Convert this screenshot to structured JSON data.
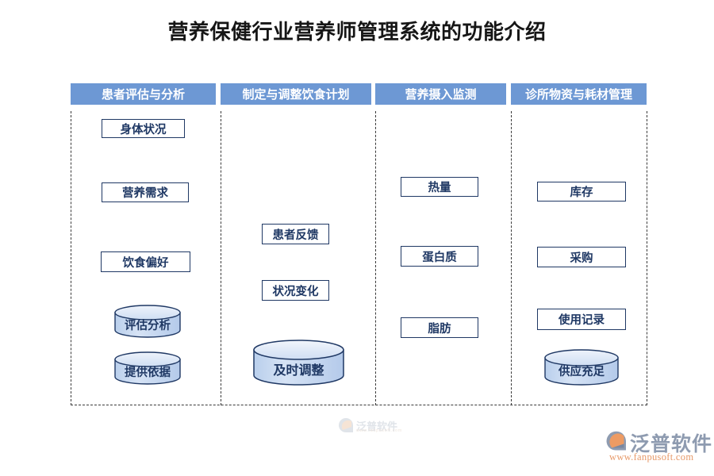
{
  "page": {
    "title": "营养保健行业营养师管理系统的功能介绍",
    "background_color": "#ffffff"
  },
  "theme": {
    "header_bar_color": "#6d98d4",
    "header_text_color": "#ffffff",
    "node_border_color": "#1f3864",
    "node_text_color": "#1f3864",
    "node_fill_color": "#ffffff",
    "cylinder_fill_color": "#c6d9f1",
    "cylinder_top_color": "#dce6f4",
    "divider_color": "#3a3a3a",
    "title_color": "#161616"
  },
  "diagram": {
    "type": "swimlane-column-diagram",
    "columns": [
      {
        "header": "患者评估与分析",
        "nodes": [
          {
            "label": "身体状况",
            "shape": "rect"
          },
          {
            "label": "营养需求",
            "shape": "rect"
          },
          {
            "label": "饮食偏好",
            "shape": "rect"
          },
          {
            "label": "评估分析",
            "shape": "cylinder"
          },
          {
            "label": "提供依据",
            "shape": "cylinder"
          }
        ]
      },
      {
        "header": "制定与调整饮食计划",
        "nodes": [
          {
            "label": "患者反馈",
            "shape": "rect"
          },
          {
            "label": "状况变化",
            "shape": "rect"
          },
          {
            "label": "及时调整",
            "shape": "cylinder"
          }
        ]
      },
      {
        "header": "营养摄入监测",
        "nodes": [
          {
            "label": "热量",
            "shape": "rect"
          },
          {
            "label": "蛋白质",
            "shape": "rect"
          },
          {
            "label": "脂肪",
            "shape": "rect"
          }
        ]
      },
      {
        "header": "诊所物资与耗材管理",
        "nodes": [
          {
            "label": "库存",
            "shape": "rect"
          },
          {
            "label": "采购",
            "shape": "rect"
          },
          {
            "label": "使用记录",
            "shape": "rect"
          },
          {
            "label": "供应充足",
            "shape": "cylinder"
          }
        ]
      }
    ]
  },
  "watermark": {
    "name": "泛普软件",
    "url": "www.fanpusoft.com"
  },
  "brand": {
    "icon": "fanpu-swoosh-logo-icon",
    "name": "泛普软件",
    "url": "www.fanpusoft.com"
  }
}
